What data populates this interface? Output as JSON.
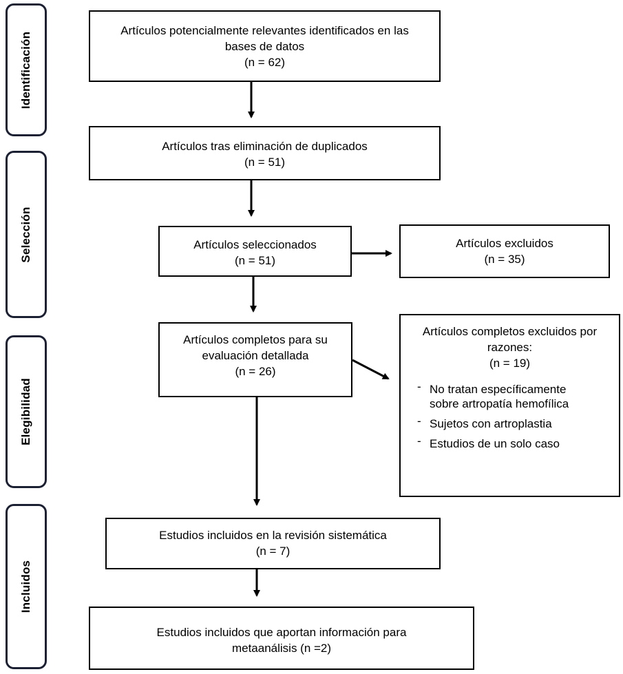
{
  "phases": {
    "identification": "Identificación",
    "selection": "Selección",
    "eligibility": "Elegibilidad",
    "included": "Incluidos"
  },
  "boxes": {
    "identified": {
      "line1": "Artículos potencialmente relevantes identificados en las",
      "line2": "bases de datos",
      "count": "(n = 62)"
    },
    "deduplicated": {
      "line1": "Artículos tras eliminación de duplicados",
      "count": "(n = 51)"
    },
    "selected": {
      "line1": "Artículos seleccionados",
      "count": "(n = 51)"
    },
    "excluded": {
      "line1": "Artículos excluidos",
      "count": "(n = 35)"
    },
    "full_text": {
      "line1": "Artículos completos para su",
      "line2": "evaluación detallada",
      "count": "(n = 26)"
    },
    "full_excluded": {
      "line1": "Artículos completos excluidos por",
      "line2": "razones:",
      "count": "(n = 19)",
      "reasons": [
        "No tratan específicamente sobre artropatía hemofílica",
        "Sujetos con artroplastia",
        "Estudios de un solo caso"
      ]
    },
    "included_review": {
      "line1": "Estudios incluidos en la revisión sistemática",
      "count": "(n = 7)"
    },
    "included_meta": {
      "line1": "Estudios incluidos que aportan información para",
      "line2": "metaanálisis (n =2)"
    }
  }
}
